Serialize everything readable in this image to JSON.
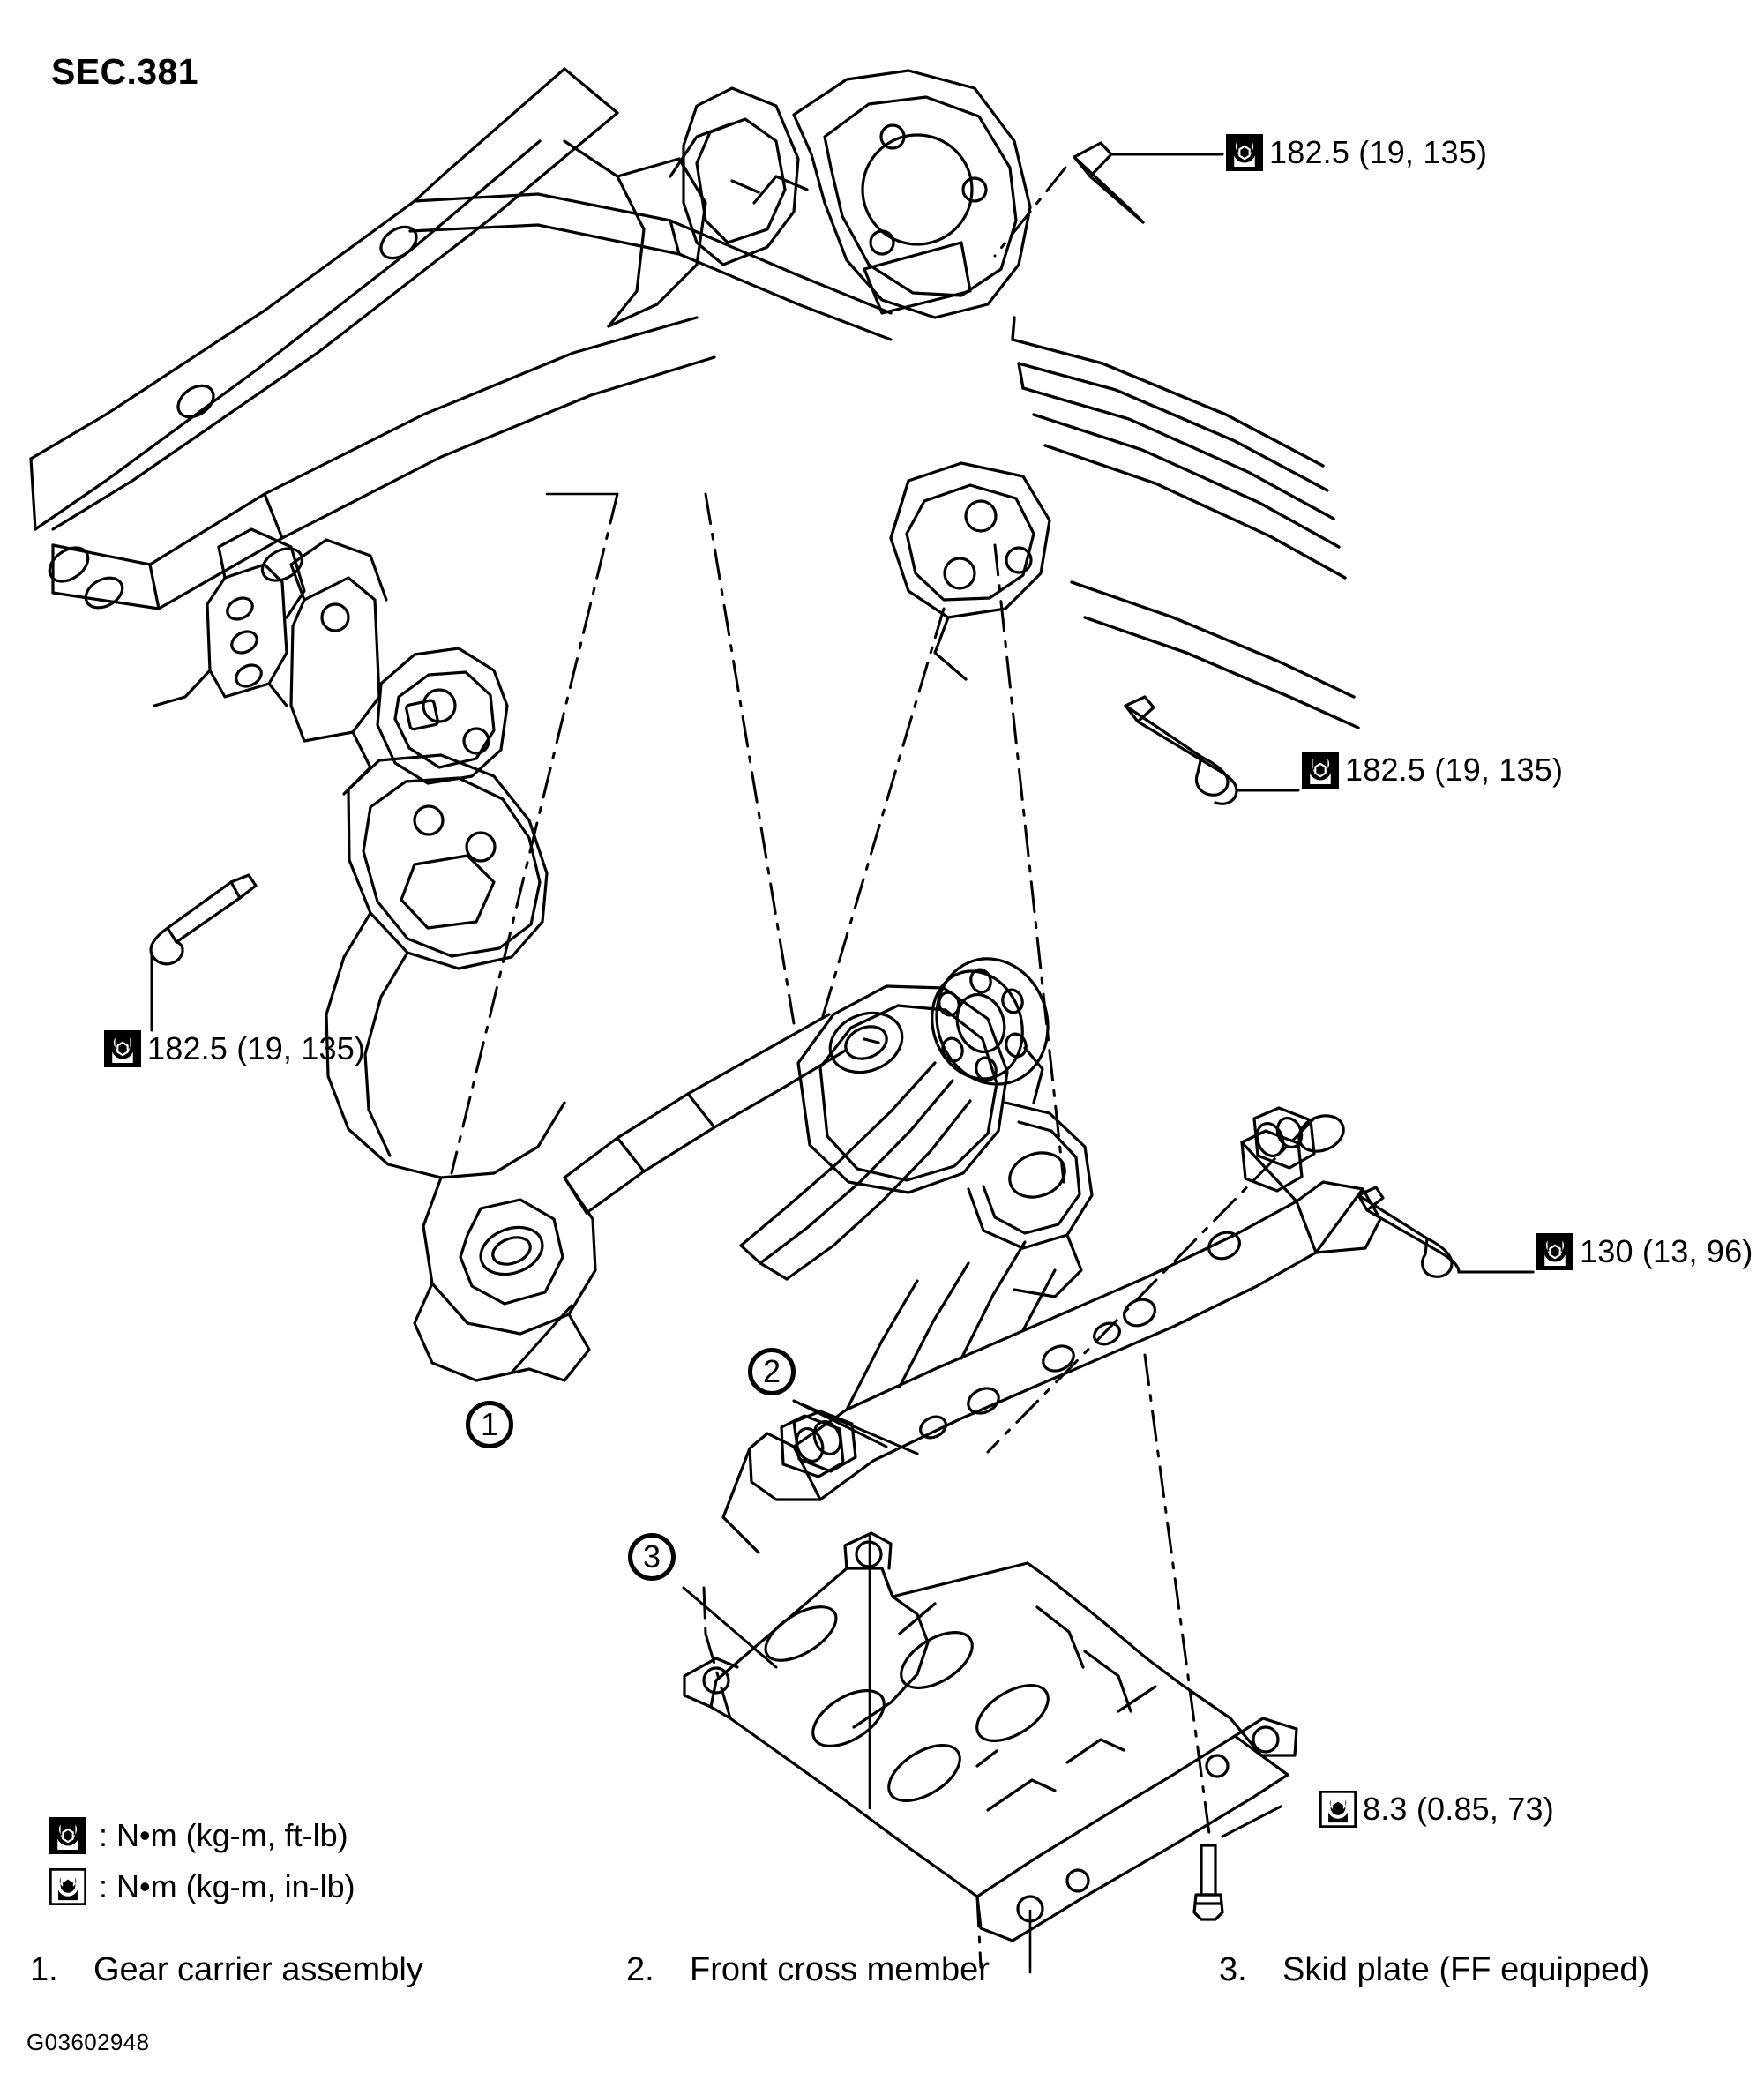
{
  "section": {
    "label": "SEC.381"
  },
  "figure": {
    "id": "G03602948"
  },
  "torque_specs": [
    {
      "id": "torque-top-right",
      "icon": "torque-wrench-ftlb-icon",
      "value": "182.5 (19, 135)",
      "unit_style": "ft-lb"
    },
    {
      "id": "torque-mid-right",
      "icon": "torque-wrench-ftlb-icon",
      "value": "182.5 (19, 135)",
      "unit_style": "ft-lb"
    },
    {
      "id": "torque-left",
      "icon": "torque-wrench-ftlb-icon",
      "value": "182.5 (19, 135)",
      "unit_style": "ft-lb"
    },
    {
      "id": "torque-cross-member",
      "icon": "torque-wrench-ftlb-icon",
      "value": "130 (13, 96)",
      "unit_style": "ft-lb"
    },
    {
      "id": "torque-skid-plate",
      "icon": "torque-wrench-inlb-icon",
      "value": "8.3 (0.85, 73)",
      "unit_style": "in-lb"
    }
  ],
  "legend": [
    {
      "icon": "torque-wrench-ftlb-icon",
      "text": ": N•m (kg-m, ft-lb)"
    },
    {
      "icon": "torque-wrench-inlb-icon",
      "text": ": N•m (kg-m, in-lb)"
    }
  ],
  "callouts": [
    {
      "number": "1"
    },
    {
      "number": "2"
    },
    {
      "number": "3"
    }
  ],
  "items": [
    {
      "number": "1.",
      "label": "Gear carrier assembly"
    },
    {
      "number": "2.",
      "label": "Front cross member"
    },
    {
      "number": "3.",
      "label": "Skid plate (FF equipped)"
    }
  ],
  "colors": {
    "line": "#000000",
    "background": "#ffffff"
  }
}
